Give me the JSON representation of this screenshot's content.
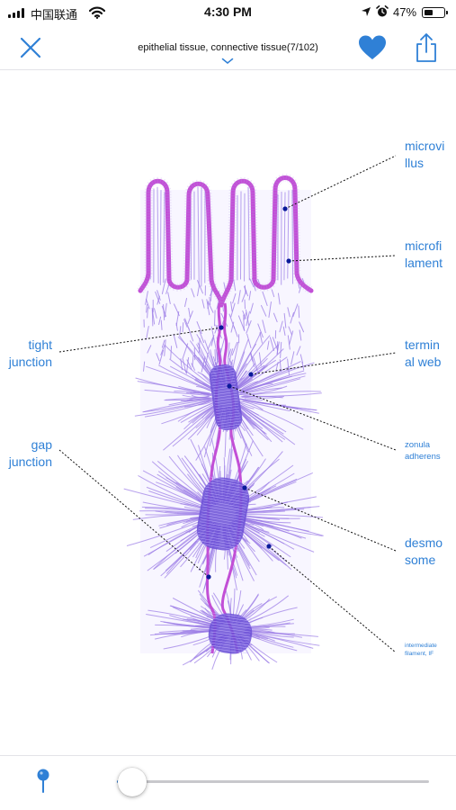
{
  "status_bar": {
    "carrier": "中国联通",
    "time": "4:30 PM",
    "battery_percent": "47%",
    "battery_level": 0.47,
    "icons": [
      "signal-icon",
      "wifi-icon",
      "location-arrow-icon",
      "alarm-icon",
      "battery-icon"
    ]
  },
  "nav": {
    "title": "epithelial tissue, connective tissue(7/102)",
    "icons": [
      "close-icon",
      "chevron-down-icon",
      "heart-icon",
      "share-icon"
    ],
    "accent_color": "#2f80d6"
  },
  "diagram": {
    "labels": {
      "microvillus": "microvi\nllus",
      "microfilament": "microfi\nlament",
      "tight_junction": "tight\njunction",
      "terminal_web": "termin\nal web",
      "zonula_adherens": "zonula\nadherens",
      "gap_junction": "gap\njunction",
      "desmosome": "desmo\nsome",
      "intermediate_filament": "intermediate\nfilament, IF"
    },
    "colors": {
      "label": "#2f80d6",
      "membrane": "#c24fd6",
      "filament": "#9a7be6",
      "band": "#6a4fd6",
      "marker": "#0a1a9a"
    }
  },
  "bottom_bar": {
    "icons": [
      "pin-icon"
    ],
    "slider_value": 0.05
  }
}
